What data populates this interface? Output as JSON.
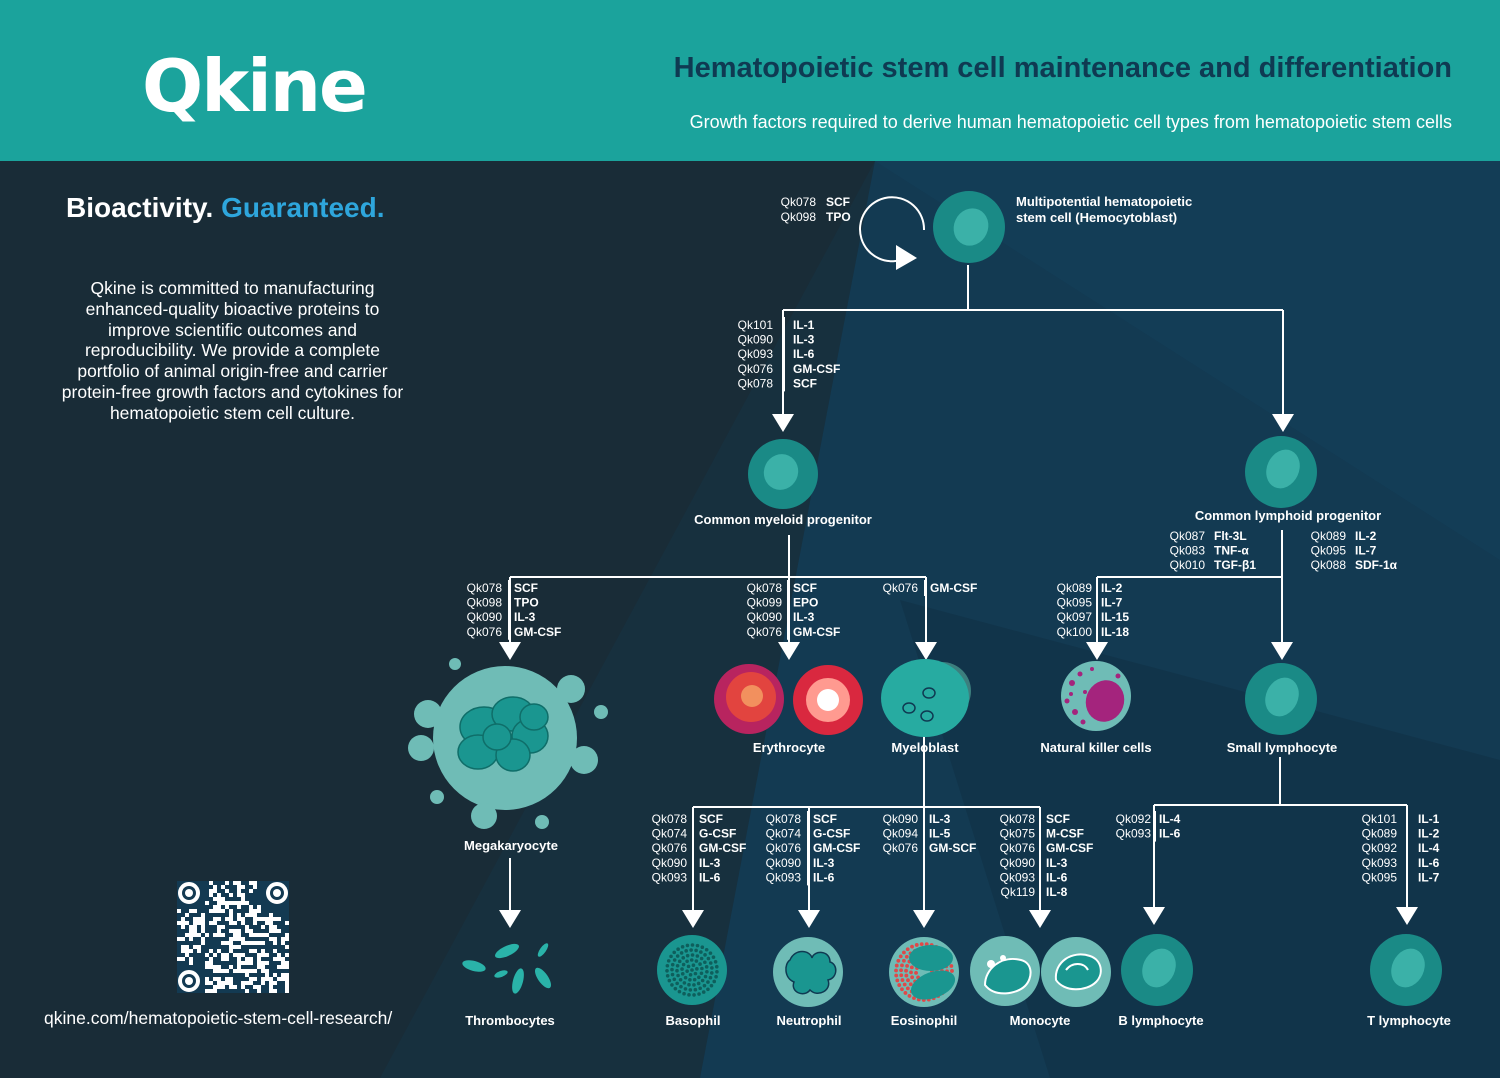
{
  "brand": {
    "logo": "Qkine",
    "url": "qkine.com/hematopoietic-stem-cell-research/"
  },
  "header": {
    "title": "Hematopoietic stem cell maintenance and differentiation",
    "subtitle": "Growth factors required to derive human hematopoietic cell types from hematopoietic stem cells"
  },
  "tagline": {
    "part1": "Bioactivity.",
    "part2": "Guaranteed."
  },
  "intro": "Qkine is committed to manufacturing enhanced-quality bioactive proteins to improve scientific outcomes and reproducibility. We provide a complete portfolio of animal origin-free and carrier protein-free growth factors and cytokines for hematopoietic stem cell culture.",
  "colors": {
    "header": "#1ba39c",
    "background": "#133a52",
    "cell_teal": "#1a8a86",
    "cell_light": "#6fbcb6",
    "accent_blue": "#2ea6dc",
    "title_dark": "#0f3a52"
  },
  "qr_code": {
    "icon": "qr-code-icon"
  },
  "cells": {
    "hsc": {
      "label": "Multipotential hematopoietic\nstem cell (Hemocytoblast)"
    },
    "cmp": {
      "label": "Common myeloid progenitor"
    },
    "clp": {
      "label": "Common lymphoid progenitor"
    },
    "megakaryocyte": {
      "label": "Megakaryocyte"
    },
    "erythrocyte": {
      "label": "Erythrocyte"
    },
    "myeloblast": {
      "label": "Myeloblast"
    },
    "nk": {
      "label": "Natural killer cells"
    },
    "small_lymph": {
      "label": "Small lymphocyte"
    },
    "thrombocytes": {
      "label": "Thrombocytes"
    },
    "basophil": {
      "label": "Basophil"
    },
    "neutrophil": {
      "label": "Neutrophil"
    },
    "eosinophil": {
      "label": "Eosinophil"
    },
    "monocyte": {
      "label": "Monocyte"
    },
    "b_lymph": {
      "label": "B lymphocyte"
    },
    "t_lymph": {
      "label": "T lymphocyte"
    }
  },
  "factors": {
    "hsc": [
      {
        "code": "Qk078",
        "factor": "SCF"
      },
      {
        "code": "Qk098",
        "factor": "TPO"
      }
    ],
    "cmp": [
      {
        "code": "Qk101",
        "factor": "IL-1"
      },
      {
        "code": "Qk090",
        "factor": "IL-3"
      },
      {
        "code": "Qk093",
        "factor": "IL-6"
      },
      {
        "code": "Qk076",
        "factor": "GM-CSF"
      },
      {
        "code": "Qk078",
        "factor": "SCF"
      }
    ],
    "clp_a": [
      {
        "code": "Qk087",
        "factor": "Flt-3L"
      },
      {
        "code": "Qk083",
        "factor": "TNF-α"
      },
      {
        "code": "Qk010",
        "factor": "TGF-β1"
      }
    ],
    "clp_b": [
      {
        "code": "Qk089",
        "factor": "IL-2"
      },
      {
        "code": "Qk095",
        "factor": "IL-7"
      },
      {
        "code": "Qk088",
        "factor": "SDF-1α"
      }
    ],
    "megakaryocyte": [
      {
        "code": "Qk078",
        "factor": "SCF"
      },
      {
        "code": "Qk098",
        "factor": "TPO"
      },
      {
        "code": "Qk090",
        "factor": "IL-3"
      },
      {
        "code": "Qk076",
        "factor": "GM-CSF"
      }
    ],
    "erythrocyte": [
      {
        "code": "Qk078",
        "factor": "SCF"
      },
      {
        "code": "Qk099",
        "factor": "EPO"
      },
      {
        "code": "Qk090",
        "factor": "IL-3"
      },
      {
        "code": "Qk076",
        "factor": "GM-CSF"
      }
    ],
    "myeloblast": [
      {
        "code": "Qk076",
        "factor": "GM-CSF"
      }
    ],
    "nk": [
      {
        "code": "Qk089",
        "factor": "IL-2"
      },
      {
        "code": "Qk095",
        "factor": "IL-7"
      },
      {
        "code": "Qk097",
        "factor": "IL-15"
      },
      {
        "code": "Qk100",
        "factor": "IL-18"
      }
    ],
    "basophil": [
      {
        "code": "Qk078",
        "factor": "SCF"
      },
      {
        "code": "Qk074",
        "factor": "G-CSF"
      },
      {
        "code": "Qk076",
        "factor": "GM-CSF"
      },
      {
        "code": "Qk090",
        "factor": "IL-3"
      },
      {
        "code": "Qk093",
        "factor": "IL-6"
      }
    ],
    "neutrophil": [
      {
        "code": "Qk078",
        "factor": "SCF"
      },
      {
        "code": "Qk074",
        "factor": "G-CSF"
      },
      {
        "code": "Qk076",
        "factor": "GM-CSF"
      },
      {
        "code": "Qk090",
        "factor": "IL-3"
      },
      {
        "code": "Qk093",
        "factor": "IL-6"
      }
    ],
    "eosinophil": [
      {
        "code": "Qk090",
        "factor": "IL-3"
      },
      {
        "code": "Qk094",
        "factor": "IL-5"
      },
      {
        "code": "Qk076",
        "factor": "GM-SCF"
      }
    ],
    "monocyte": [
      {
        "code": "Qk078",
        "factor": "SCF"
      },
      {
        "code": "Qk075",
        "factor": "M-CSF"
      },
      {
        "code": "Qk076",
        "factor": "GM-CSF"
      },
      {
        "code": "Qk090",
        "factor": "IL-3"
      },
      {
        "code": "Qk093",
        "factor": "IL-6"
      },
      {
        "code": "Qk119",
        "factor": "IL-8"
      }
    ],
    "b_lymph": [
      {
        "code": "Qk092",
        "factor": "IL-4"
      },
      {
        "code": "Qk093",
        "factor": "IL-6"
      }
    ],
    "t_lymph": [
      {
        "code": "Qk101",
        "factor": "IL-1"
      },
      {
        "code": "Qk089",
        "factor": "IL-2"
      },
      {
        "code": "Qk092",
        "factor": "IL-4"
      },
      {
        "code": "Qk093",
        "factor": "IL-6"
      },
      {
        "code": "Qk095",
        "factor": "IL-7"
      }
    ]
  }
}
